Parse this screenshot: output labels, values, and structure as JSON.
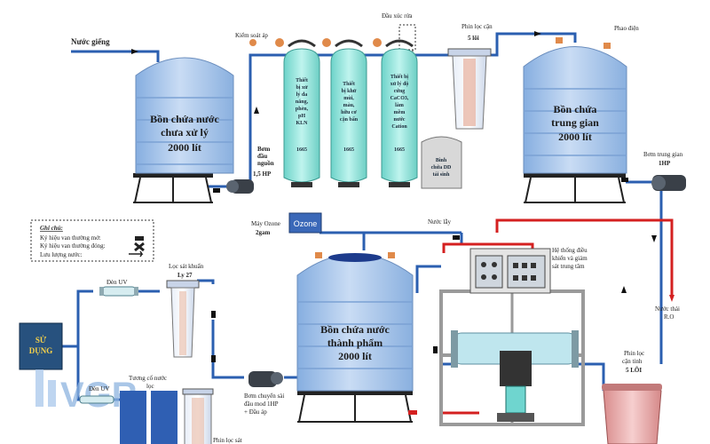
{
  "labels": {
    "well_water": "Nước giếng",
    "pressure_check": "Kiểm soát áp",
    "backwash_valve": "Đầu xúc rửa",
    "cartridge1": "Phin lọc cặn",
    "cartridge1_spec": "5 lõi",
    "float_valve": "Phao điện",
    "tank1_line1": "Bồn chứa nước",
    "tank1_line2": "chưa xử lý",
    "tank1_cap": "2000 lít",
    "tank2_line1": "Bồn chứa",
    "tank2_line2": "trung gian",
    "tank2_cap": "2000 lít",
    "tank3_line1": "Bồn chứa nước",
    "tank3_line2": "thành phẩm",
    "tank3_cap": "2000 lít",
    "pump1_line1": "Bơm",
    "pump1_line2": "đầu",
    "pump1_line3": "nguồn",
    "pump1_spec": "1,5 HP",
    "pump_mid": "Bơm trung gian",
    "pump_mid_spec": "1HP",
    "col1_text": [
      "Thiết",
      "bị xử",
      "lý đa",
      "năng,",
      "phèn,",
      "pH",
      "KLN"
    ],
    "col1_model": "1665",
    "col2_text": [
      "Thiết",
      "bị khử",
      "mùi,",
      "màu,",
      "hữu cơ",
      "cặn bẩn"
    ],
    "col2_model": "1665",
    "col3_text": [
      "Thiết bị",
      "xử lý độ",
      "cứng",
      "CaCO3,",
      "làm",
      "mềm",
      "nước",
      "Cation"
    ],
    "col3_model": "1665",
    "brine_line1": "Bình",
    "brine_line2": "chứa DD",
    "brine_line3": "tái sinh",
    "ozone_gen": "Máy Ozone",
    "ozone_spec": "2gam",
    "ozone_box": "Ozone",
    "reject_water": "Nước lẫy",
    "control_line1": "Hệ thống điều",
    "control_line2": "khiển và giám",
    "control_line3": "sát trung tâm",
    "ro_waste_line1": "Nước thải",
    "ro_waste_line2": "R.O",
    "cartridge2": "Phin lọc",
    "cartridge2_line2": "cặn tinh",
    "cartridge2_spec": "5 LÕI",
    "legend_title": "Ghi chú:",
    "legend_normal_open": "Ký hiệu van thường mở:",
    "legend_normal_closed": "Ký hiệu van thường đóng:",
    "legend_flow": "Lưu lượng nước:",
    "uv_top": "Đèn UV",
    "bag_filter": "Lọc sát khuẩn",
    "bag_spec": "Ly 27",
    "use_line1": "SỬ",
    "use_line2": "DỤNG",
    "pump_out_line1": "Bơm chuyển sài",
    "pump_out_line2": "đầu mod 1HP",
    "pump_out_line3": "+ Đầu áp",
    "uv_bottom": "Đèn UV",
    "fine_filter": "Phin lọc sát",
    "small_text1": "Tương cố nước",
    "small_text2": "lọc",
    "logo_text": "VGR"
  },
  "colors": {
    "pipe": "#2b5fb0",
    "red_pipe": "#d42020",
    "tank": "#a9c8ec",
    "column": "#9fe7df",
    "use_box": "#27517e",
    "ozone_box": "#3a68b8"
  }
}
